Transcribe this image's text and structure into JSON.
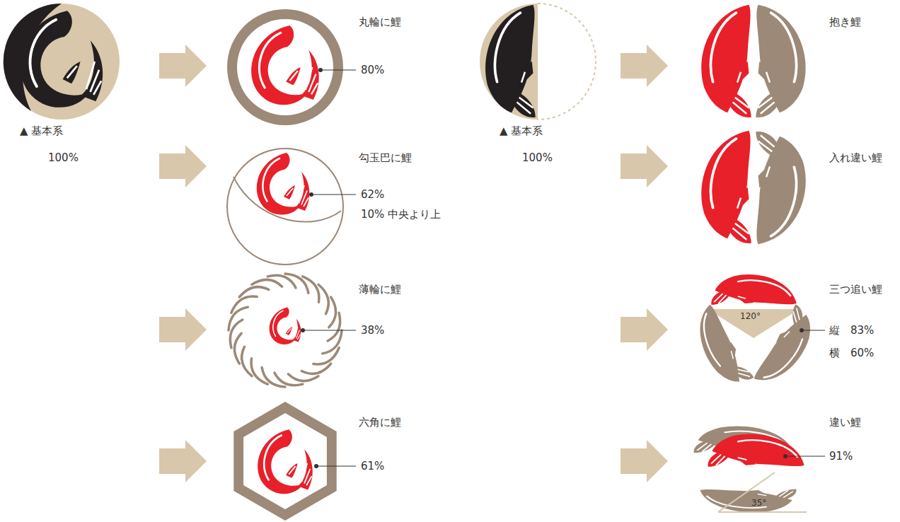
{
  "diagram": {
    "labels": [
      "▲ 基本系",
      "100%",
      "丸輪に鯉",
      "80%",
      "勾玉巴に鯉",
      "62%",
      "10% 中央より上",
      "薄輪に鯉",
      "38%",
      "六角に鯉",
      "61%",
      "▲ 基本系",
      "100%",
      "抱き鯉",
      "入れ違い鯉",
      "三つ追い鯉",
      "120°",
      "縦　83%",
      "横　60%",
      "違い鯉",
      "91%",
      "35°"
    ]
  }
}
